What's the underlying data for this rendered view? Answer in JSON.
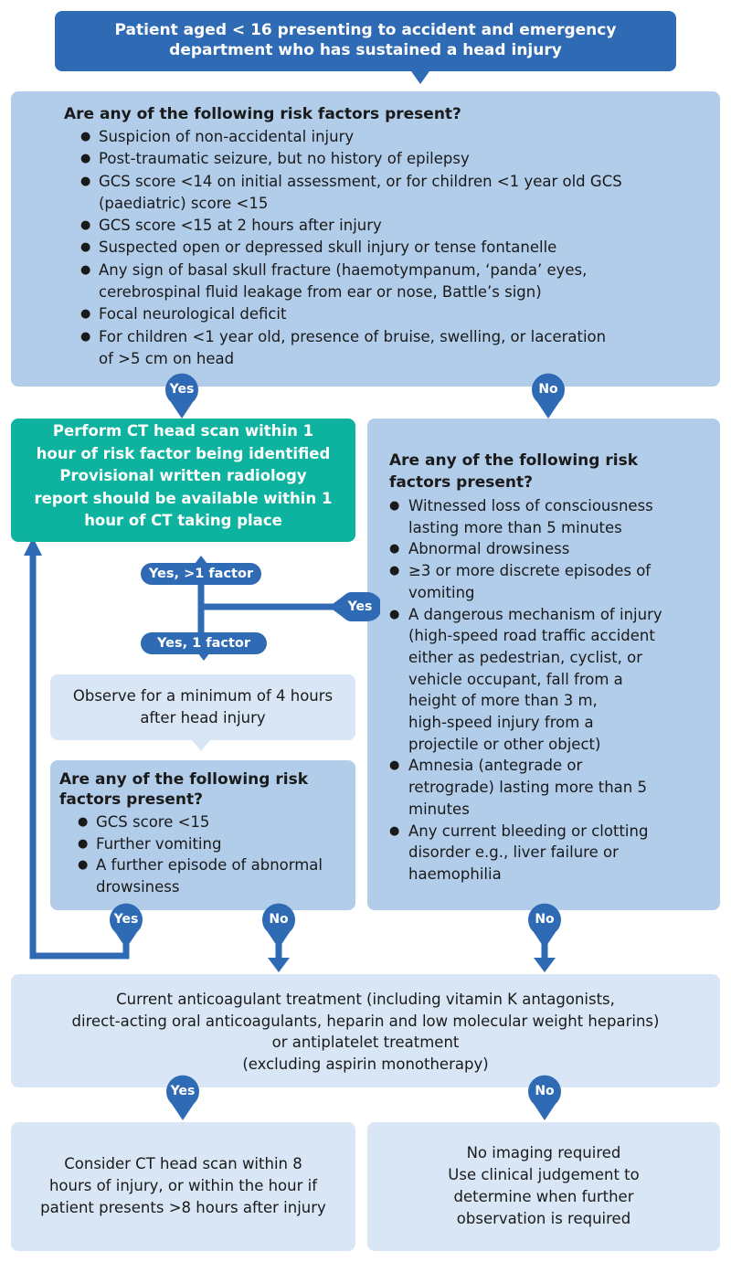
{
  "start": {
    "lines": [
      "Patient aged < 16 presenting to accident and emergency",
      "department who has sustained a head injury"
    ]
  },
  "risk_primary": {
    "heading": "Are any of the following risk factors present?",
    "items": [
      [
        "Suspicion of non-accidental injury"
      ],
      [
        "Post-traumatic seizure, but no history of epilepsy"
      ],
      [
        "GCS score <14 on initial assessment, or for children <1 year old GCS",
        "(paediatric) score <15"
      ],
      [
        "GCS score <15 at 2 hours after injury"
      ],
      [
        "Suspected open or depressed skull injury or tense fontanelle"
      ],
      [
        "Any sign of basal skull fracture (haemotympanum, ‘panda’ eyes,",
        "cerebrospinal fluid leakage from ear or nose, Battle’s sign)"
      ],
      [
        "Focal neurological deficit"
      ],
      [
        "For children <1 year old, presence of bruise, swelling, or laceration",
        "of >5 cm on head"
      ]
    ]
  },
  "ct_action": {
    "lines": [
      "Perform CT head scan within 1",
      "hour of risk factor being identified",
      "Provisional written radiology",
      "report should be available within 1",
      "hour of CT taking place"
    ]
  },
  "risk_secondary": {
    "heading_lines": [
      "Are any of the following risk",
      "factors present?"
    ],
    "items": [
      [
        "Witnessed loss of consciousness",
        "lasting more than 5 minutes"
      ],
      [
        "Abnormal drowsiness"
      ],
      [
        "≥3 or more discrete episodes of",
        "vomiting"
      ],
      [
        "A dangerous mechanism of injury",
        "(high-speed road traffic accident",
        "either as pedestrian, cyclist, or",
        "vehicle occupant, fall from a",
        "height of more than 3 m,",
        "high-speed injury from a",
        "projectile or other object)"
      ],
      [
        "Amnesia (antegrade or",
        "retrograde) lasting more than 5",
        "minutes"
      ],
      [
        "Any current bleeding or clotting",
        "disorder e.g., liver failure or",
        "haemophilia"
      ]
    ]
  },
  "observe": {
    "lines": [
      "Observe for a minimum of 4 hours",
      "after head injury"
    ]
  },
  "risk_observe": {
    "heading_lines": [
      "Are any of the following risk",
      "factors present?"
    ],
    "items": [
      [
        "GCS score <15"
      ],
      [
        "Further vomiting"
      ],
      [
        "A further episode of abnormal",
        "drowsiness"
      ]
    ]
  },
  "anticoag": {
    "lines": [
      "Current anticoagulant treatment (including vitamin K antagonists,",
      "direct-acting oral anticoagulants, heparin and low molecular weight heparins)",
      "or antiplatelet treatment",
      "(excluding aspirin monotherapy)"
    ]
  },
  "consider_ct": {
    "lines": [
      "Consider CT head scan within 8",
      "hours of injury, or within the hour if",
      "patient presents >8 hours after injury"
    ]
  },
  "no_imaging": {
    "lines": [
      "No imaging required",
      "Use clinical judgement to",
      "determine when further",
      "observation is required"
    ]
  },
  "labels": {
    "yes": "Yes",
    "no": "No",
    "yes_multi": "Yes, >1 factor",
    "yes_single": "Yes, 1 factor"
  },
  "colors": {
    "accent_blue": "#2f6ab5",
    "teal": "#0eb3a0",
    "box_mid": "#b2cdea",
    "box_light": "#d8e6f5"
  }
}
